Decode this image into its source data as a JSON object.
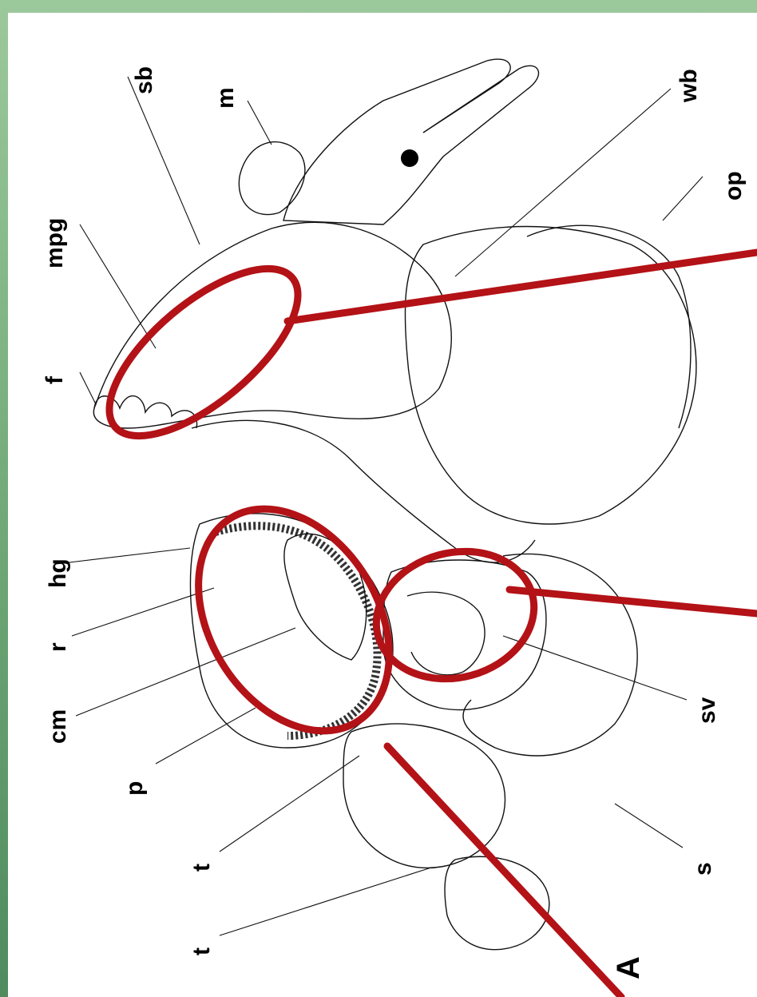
{
  "figure": {
    "panel_label": "A",
    "labels": {
      "m": "m",
      "wb": "wb",
      "op": "op",
      "sb": "sb",
      "mpg": "mpg",
      "f": "f",
      "hg": "hg",
      "r": "r",
      "cm": "cm",
      "p": "p",
      "t1": "t",
      "t2": "t",
      "sv": "sv",
      "s": "s"
    },
    "highlight_color": "#b31217",
    "background_color": "#6fa776"
  }
}
